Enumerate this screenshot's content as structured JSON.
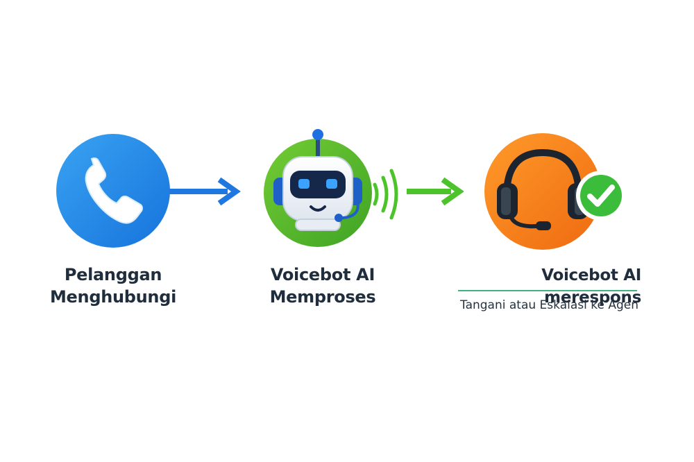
{
  "flow": {
    "steps": [
      {
        "id": "customer-call",
        "icon": "phone-icon",
        "lines": [
          "Pelanggan",
          "Menghubungi"
        ],
        "color": "#2b8be8"
      },
      {
        "id": "voicebot-processing",
        "icon": "robot-icon",
        "lines": [
          "Voicebot AI",
          "Memproses"
        ],
        "color": "#5cbf2a"
      },
      {
        "id": "voicebot-response",
        "icon": "headset-icon",
        "badge": "check-badge-icon",
        "title": "Voicebot AI merespons",
        "subtitle": "Tangani atau Eskalasi ke Agen",
        "color": "#f47a18"
      }
    ],
    "arrows": [
      {
        "from": "customer-call",
        "to": "voicebot-processing",
        "color": "#1f78e0"
      },
      {
        "from": "voicebot-processing",
        "to": "voicebot-response",
        "color": "#4cc22b"
      }
    ],
    "accent_line_color": "#3fb27f"
  }
}
